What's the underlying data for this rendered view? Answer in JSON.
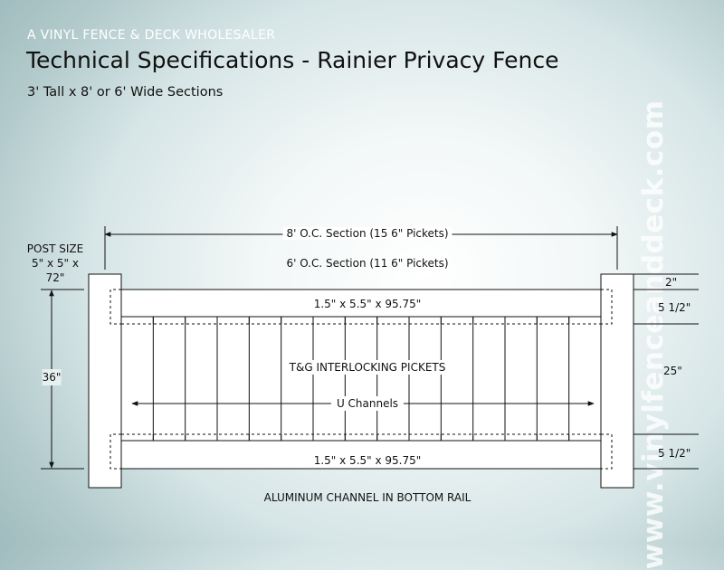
{
  "header": {
    "company": "A VINYL FENCE & DECK WHOLESALER",
    "title": "Technical Specifications - Rainier Privacy Fence",
    "subtitle": "3' Tall x 8' or 6' Wide Sections"
  },
  "post_size": {
    "label": "POST SIZE",
    "value": "5\" x 5\" x 72\""
  },
  "dimensions": {
    "section_8ft": "8' O.C. Section (15  6\" Pickets)",
    "section_6ft": "6' O.C. Section (11  6\" Pickets)",
    "height": "36\"",
    "top_rail": "1.5\" x 5.5\" x 95.75\"",
    "bottom_rail": "1.5\" x 5.5\" x 95.75\"",
    "pickets": "T&G INTERLOCKING PICKETS",
    "u_channels": "U Channels",
    "top_gap": "2\"",
    "top_rail_height": "5 1/2\"",
    "picket_height": "25\"",
    "bottom_rail_height": "5 1/2\""
  },
  "bottom_note": "ALUMINUM CHANNEL IN BOTTOM RAIL",
  "watermark": "www.vinylfenceanddeck.com",
  "colors": {
    "line": "#111111",
    "fill": "#ffffff",
    "watermark": "#ffffff"
  }
}
